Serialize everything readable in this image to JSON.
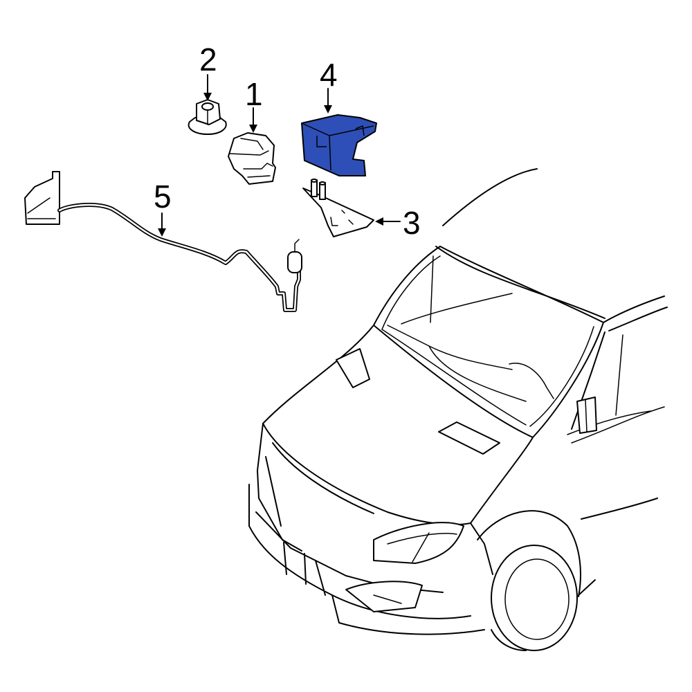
{
  "callouts": {
    "c1": "1",
    "c2": "2",
    "c3": "3",
    "c4": "4",
    "c5": "5"
  },
  "colors": {
    "highlight": "#2d4fb7",
    "line": "#000000",
    "background": "#ffffff"
  },
  "highlighted_part": "4"
}
